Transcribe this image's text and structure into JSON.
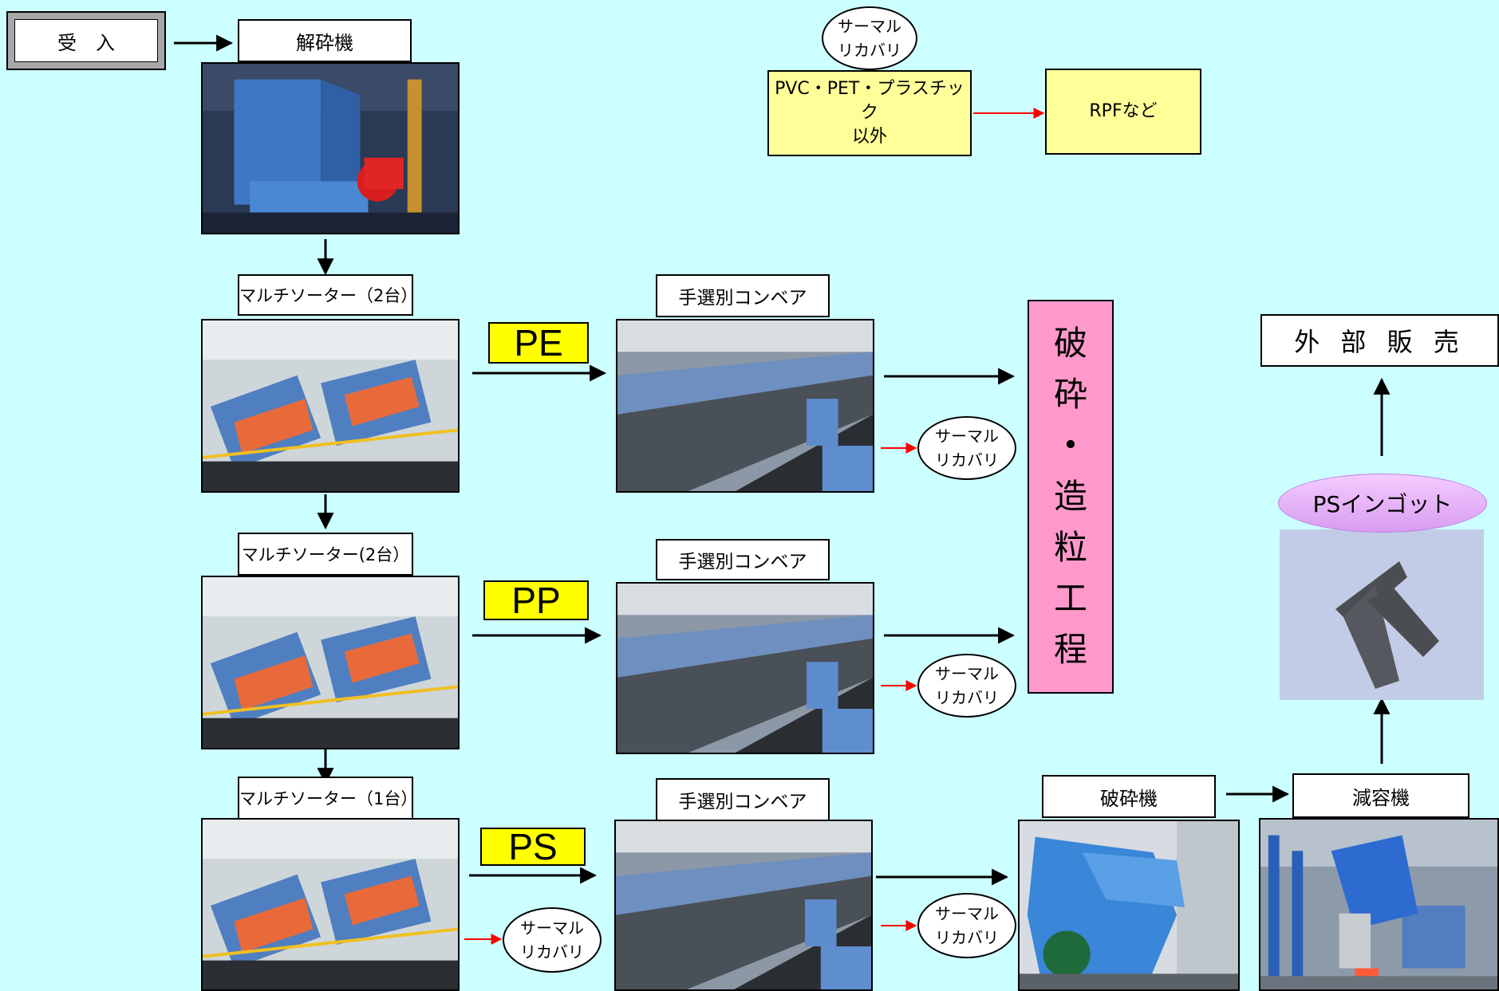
{
  "receive": "受　入",
  "crusher_label": "解砕機",
  "sorter_labels": [
    "マルチソーター（2台）",
    "マルチソーター(2台）",
    "マルチソーター（1台）"
  ],
  "conveyor_label": "手選別コンベア",
  "resin_labels": [
    "PE",
    "PP",
    "PS"
  ],
  "thermal_recovery": [
    "サーマル",
    "リカバリ"
  ],
  "top_note": {
    "left": "PVC・PET・プラスチック\n以外",
    "right": "RPFなど"
  },
  "process_chars": [
    "破",
    "砕",
    "・",
    "造",
    "粒",
    "工",
    "程"
  ],
  "shredder_label": "破砕機",
  "reducer_label": "減容機",
  "ingot_label": "PSインゴット",
  "external_sale": "外 部 販 売"
}
